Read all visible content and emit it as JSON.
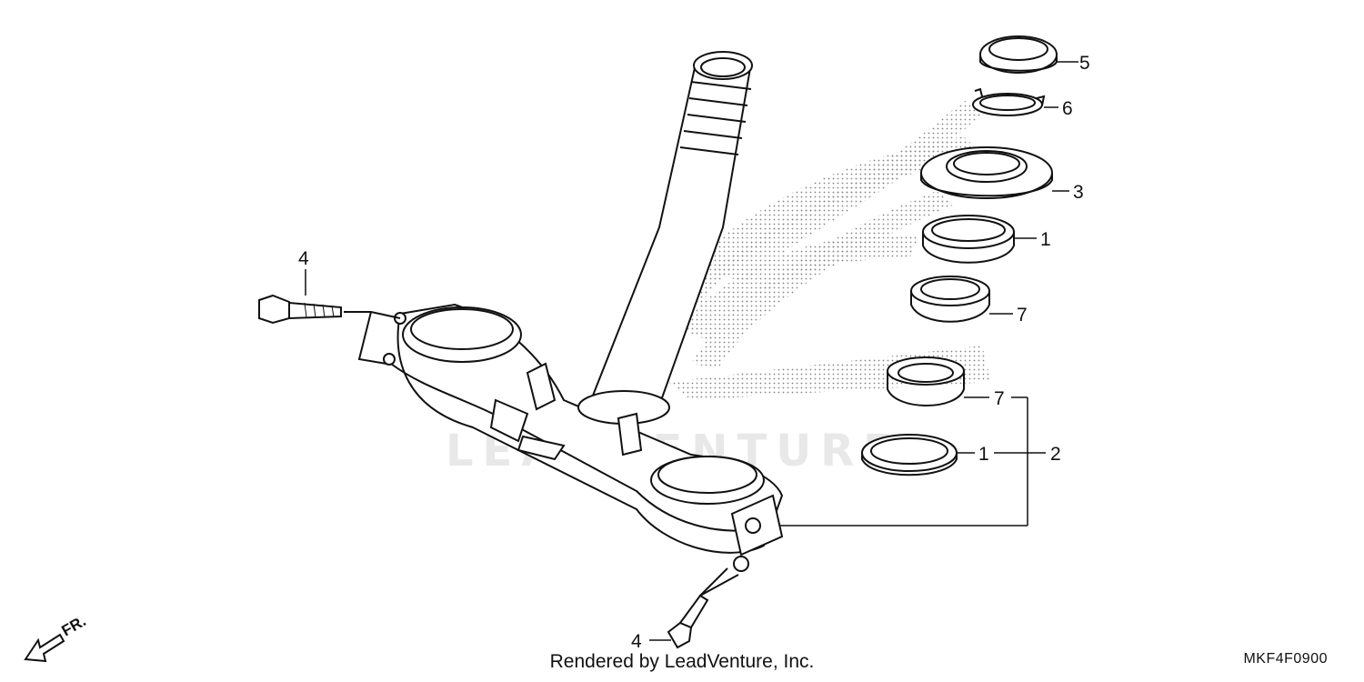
{
  "diagram": {
    "callouts": {
      "ring_nut_5": "5",
      "lock_washer_6": "6",
      "dust_seal_3": "3",
      "upper_race_1": "1",
      "upper_bearing_7": "7",
      "lower_bearing_7": "7",
      "lower_race_1": "1",
      "bearing_kit_2": "2",
      "bolt_top_4": "4",
      "bolt_bottom_4": "4"
    },
    "direction_label": "FR.",
    "watermark_text": "LEADVENTURE",
    "footer_credit": "Rendered by LeadVenture, Inc.",
    "diagram_code": "MKF4F0900"
  },
  "colors": {
    "line": "#111111",
    "watermark": "#e6e6e6",
    "stipple": "#888888"
  }
}
